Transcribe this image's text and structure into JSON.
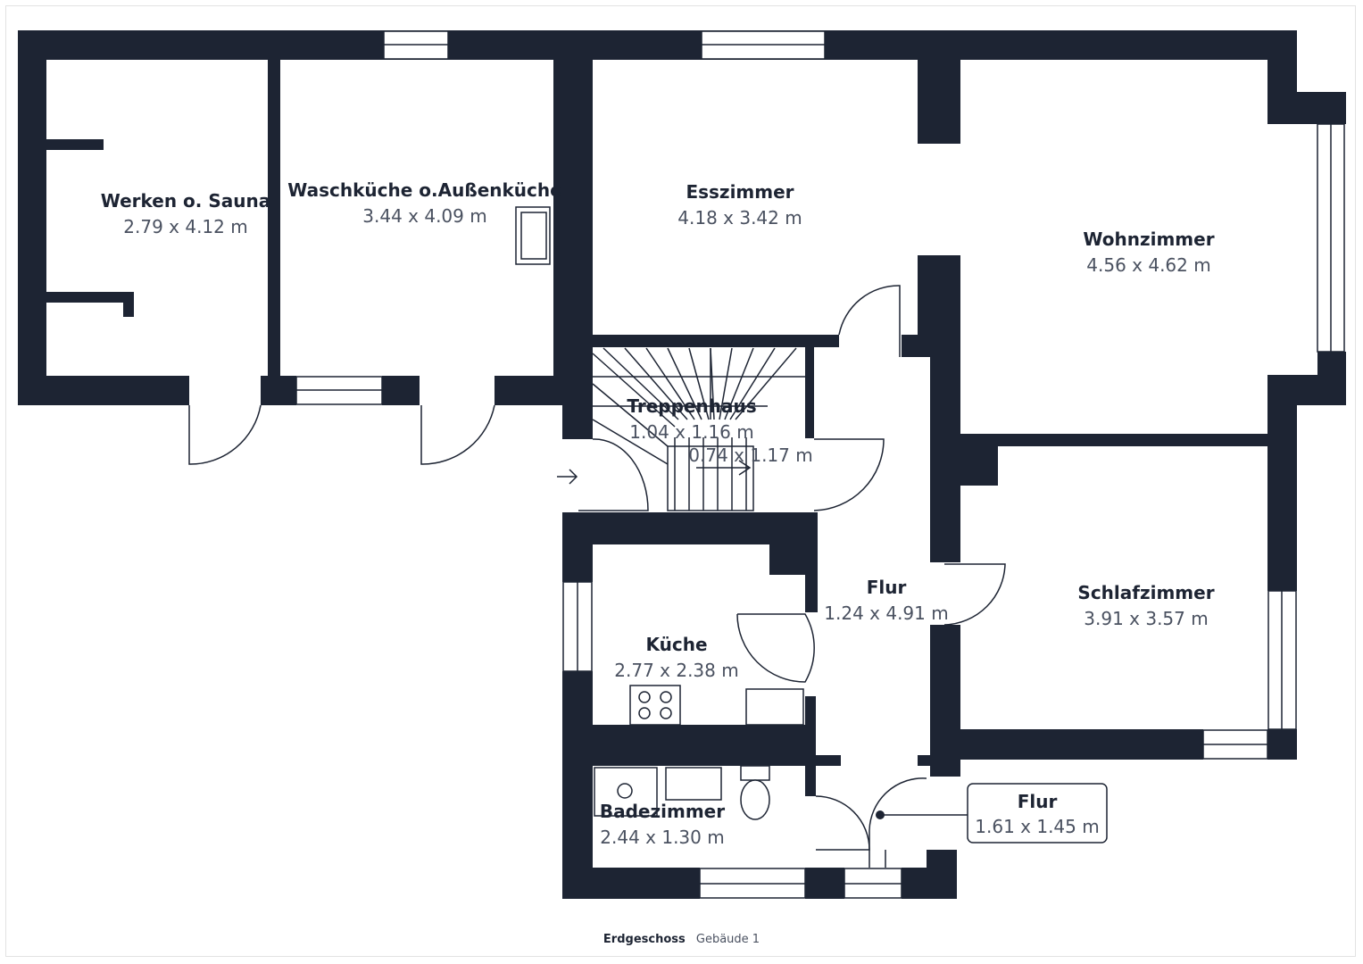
{
  "rooms": {
    "werken": {
      "name": "Werken o. Sauna",
      "dims": "2.79 x 4.12 m"
    },
    "waschkueche": {
      "name": "Waschküche o.Außenküche",
      "dims": "3.44 x 4.09 m"
    },
    "esszimmer": {
      "name": "Esszimmer",
      "dims": "4.18 x 3.42 m"
    },
    "wohnzimmer": {
      "name": "Wohnzimmer",
      "dims": "4.56 x 4.62 m"
    },
    "treppenhaus": {
      "name": "Treppenhaus",
      "dims": "1.04 x 1.16 m",
      "dims2": "0.74 x 1.17 m"
    },
    "flur_main": {
      "name": "Flur",
      "dims": "1.24 x 4.91 m"
    },
    "schlafzimmer": {
      "name": "Schlafzimmer",
      "dims": "3.91 x 3.57 m"
    },
    "kueche": {
      "name": "Küche",
      "dims": "2.77 x 2.38 m"
    },
    "badezimmer": {
      "name": "Badezimmer",
      "dims": "2.44 x 1.30 m"
    },
    "flur_entry": {
      "name": "Flur",
      "dims": "1.61 x 1.45 m"
    }
  },
  "footer": {
    "floor": "Erdgeschoss",
    "building": "Gebäude 1"
  },
  "colors": {
    "wall": "#1d2433",
    "background": "#ffffff",
    "dim_text": "#4a5160"
  }
}
